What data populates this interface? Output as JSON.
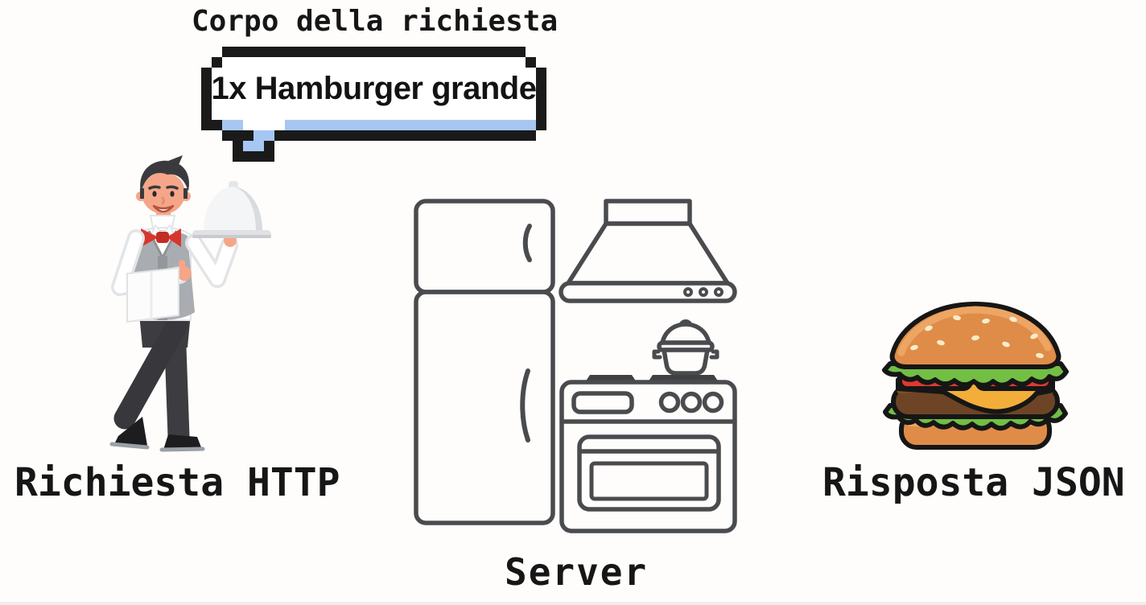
{
  "diagram": {
    "title": "Corpo della richiesta",
    "bubble": {
      "text": "1x Hamburger grande"
    },
    "labels": {
      "request": "Richiesta HTTP",
      "server": "Server",
      "response": "Risposta JSON"
    },
    "icons": {
      "waiter": "waiter-with-cloche-illustration",
      "kitchen": "kitchen-appliances-line-art",
      "burger": "hamburger-illustration"
    },
    "colors": {
      "text": "#161616",
      "bubble_border": "#1a1a1a",
      "bubble_shadow_blue": "#a6c7f2",
      "kitchen_line": "#4a4b4e",
      "bun_orange": "#df8c49",
      "lettuce_green": "#72bf44",
      "tomato_red": "#dc3a2f",
      "cheese_yellow": "#f3ae3a",
      "patty_brown": "#6d4526",
      "vest_gray": "#a9acb1",
      "bow_red": "#d7362e",
      "pants_dark": "#3d3d41",
      "skin": "#f5a688",
      "hair": "#3a3a3e"
    }
  }
}
